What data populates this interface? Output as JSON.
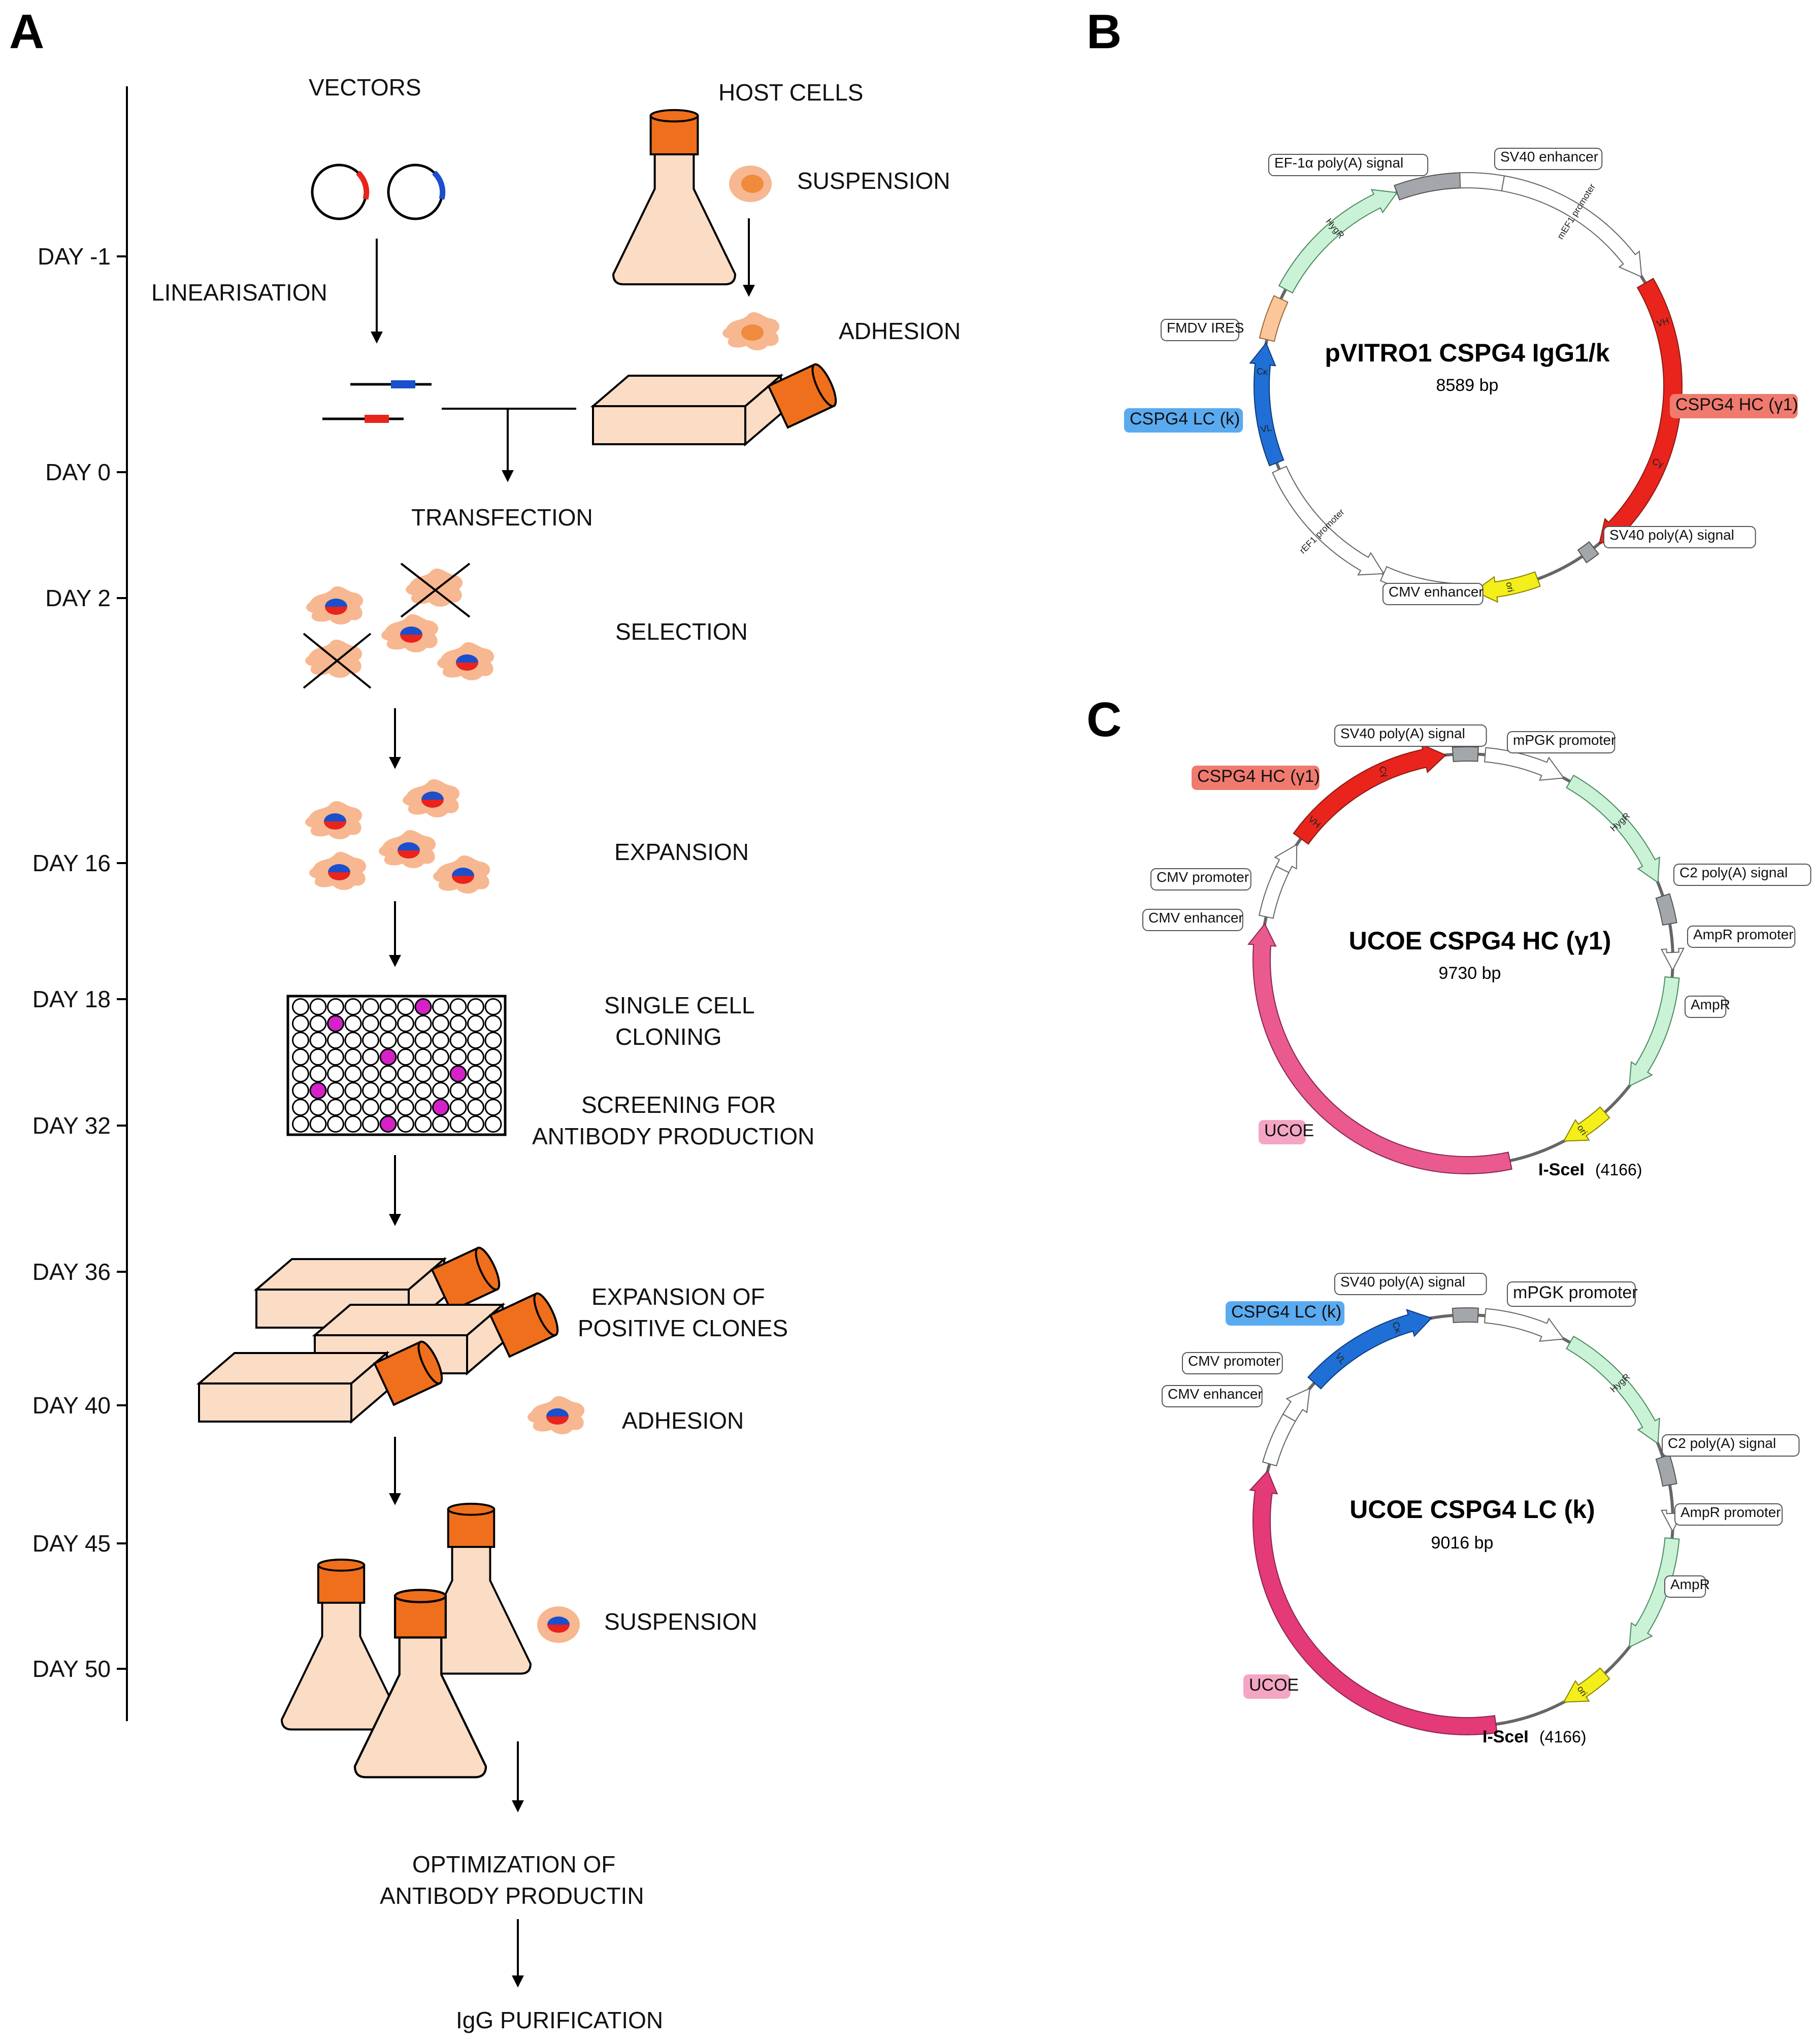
{
  "panels": {
    "a": "A",
    "b": "B",
    "c": "C"
  },
  "timeline": {
    "days": [
      "DAY -1",
      "DAY 0",
      "DAY 2",
      "DAY 16",
      "DAY 18",
      "DAY 32",
      "DAY 36",
      "DAY 40",
      "DAY 45",
      "DAY 50"
    ]
  },
  "steps": {
    "vectors": "VECTORS",
    "host_cells": "HOST CELLS",
    "suspension_top": "SUSPENSION",
    "linearisation": "LINEARISATION",
    "adhesion_top": "ADHESION",
    "transfection": "TRANSFECTION",
    "selection": "SELECTION",
    "expansion": "EXPANSION",
    "single_cell_1": "SINGLE CELL",
    "single_cell_2": "CLONING",
    "screening_1": "SCREENING FOR",
    "screening_2": "ANTIBODY PRODUCTION",
    "expansion_pos_1": "EXPANSION OF",
    "expansion_pos_2": "POSITIVE CLONES",
    "adhesion_bottom": "ADHESION",
    "suspension_bottom": "SUSPENSION",
    "optimization_1": "OPTIMIZATION OF",
    "optimization_2": "ANTIBODY PRODUCTIN",
    "purification": "IgG PURIFICATION"
  },
  "plasmid_b": {
    "title": "pVITRO1 CSPG4 IgG1/k",
    "size": "8589 bp",
    "features": {
      "ef1a_polya": "EF-1α poly(A) signal",
      "sv40_enh": "SV40 enhancer",
      "fmdv": "FMDV IRES",
      "lc": "CSPG4 LC (k)",
      "hc": "CSPG4 HC (γ1)",
      "sv40_polya": "SV40 poly(A) signal",
      "cmv_enh": "CMV enhancer"
    },
    "inner": {
      "hygr": "HygR",
      "mef1": "mEF1 promoter",
      "vh": "VH",
      "ch": "Cγ",
      "ori": "ori",
      "ref1": "rEF1 promoter",
      "vl": "VL",
      "ck": "Cκ"
    }
  },
  "plasmid_c1": {
    "title": "UCOE CSPG4 HC (γ1)",
    "size": "9730 bp",
    "features": {
      "sv40_polya": "SV40 poly(A) signal",
      "mpgk": "mPGK promoter",
      "hc": "CSPG4 HC (γ1)",
      "c2_polya": "C2 poly(A) signal",
      "cmv_prom": "CMV promoter",
      "cmv_enh": "CMV enhancer",
      "ampr_prom": "AmpR promoter",
      "ampr": "AmpR",
      "ucoe": "UCOE",
      "isce": "I-SceI",
      "isce_pos": "(4166)"
    },
    "inner": {
      "hygr": "HygR",
      "vh": "VH",
      "ch": "Cγ",
      "ori": "ori"
    }
  },
  "plasmid_c2": {
    "title": "UCOE CSPG4 LC (k)",
    "size": "9016 bp",
    "features": {
      "sv40_polya": "SV40 poly(A) signal",
      "mpgk": "mPGK promoter",
      "lc": "CSPG4 LC (k)",
      "cmv_prom": "CMV promoter",
      "cmv_enh": "CMV enhancer",
      "c2_polya": "C2 poly(A) signal",
      "ampr_prom": "AmpR promoter",
      "ampr": "AmpR",
      "ucoe": "UCOE",
      "isce": "I-SceI",
      "isce_pos": "(4166)"
    },
    "inner": {
      "hygr": "HygR",
      "vl": "VL",
      "ck": "Cκ",
      "ori": "ori"
    }
  },
  "colors": {
    "flask_body": "#fbdcc5",
    "cap": "#ef6f1c",
    "cell": "#f7b790",
    "red": "#e8241c",
    "blue": "#1b4fcc",
    "magenta": "#d422c8",
    "hygr": "#c9f2d6",
    "lc_label": "#5aaaf0",
    "hc_label": "#f07a6e",
    "ucoe_label": "#f4a5c4",
    "ucoe_arc": "#ea4b86",
    "ori": "#f4ee1a",
    "polya_grey": "#a3a7ab",
    "fmdv": "#fbc79a"
  }
}
